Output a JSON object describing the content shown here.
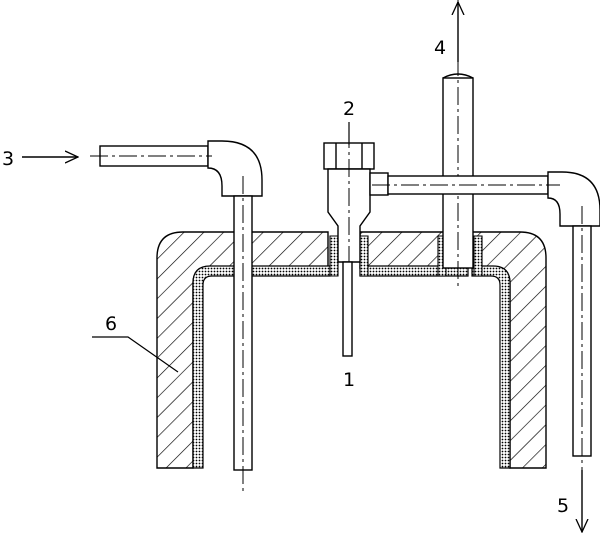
{
  "diagram": {
    "labels": {
      "sensor": "1",
      "fitting": "2",
      "inlet": "3",
      "outlet_top": "4",
      "outlet_bottom": "5",
      "vessel_wall": "6"
    }
  }
}
